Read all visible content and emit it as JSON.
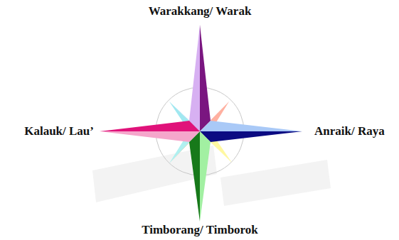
{
  "diagram": {
    "labels": [
      "Warakkang/ Warak",
      "Anraik/ Raya",
      "Timborang/ Timborok",
      "Kalauk/ Lau’"
    ]
  }
}
